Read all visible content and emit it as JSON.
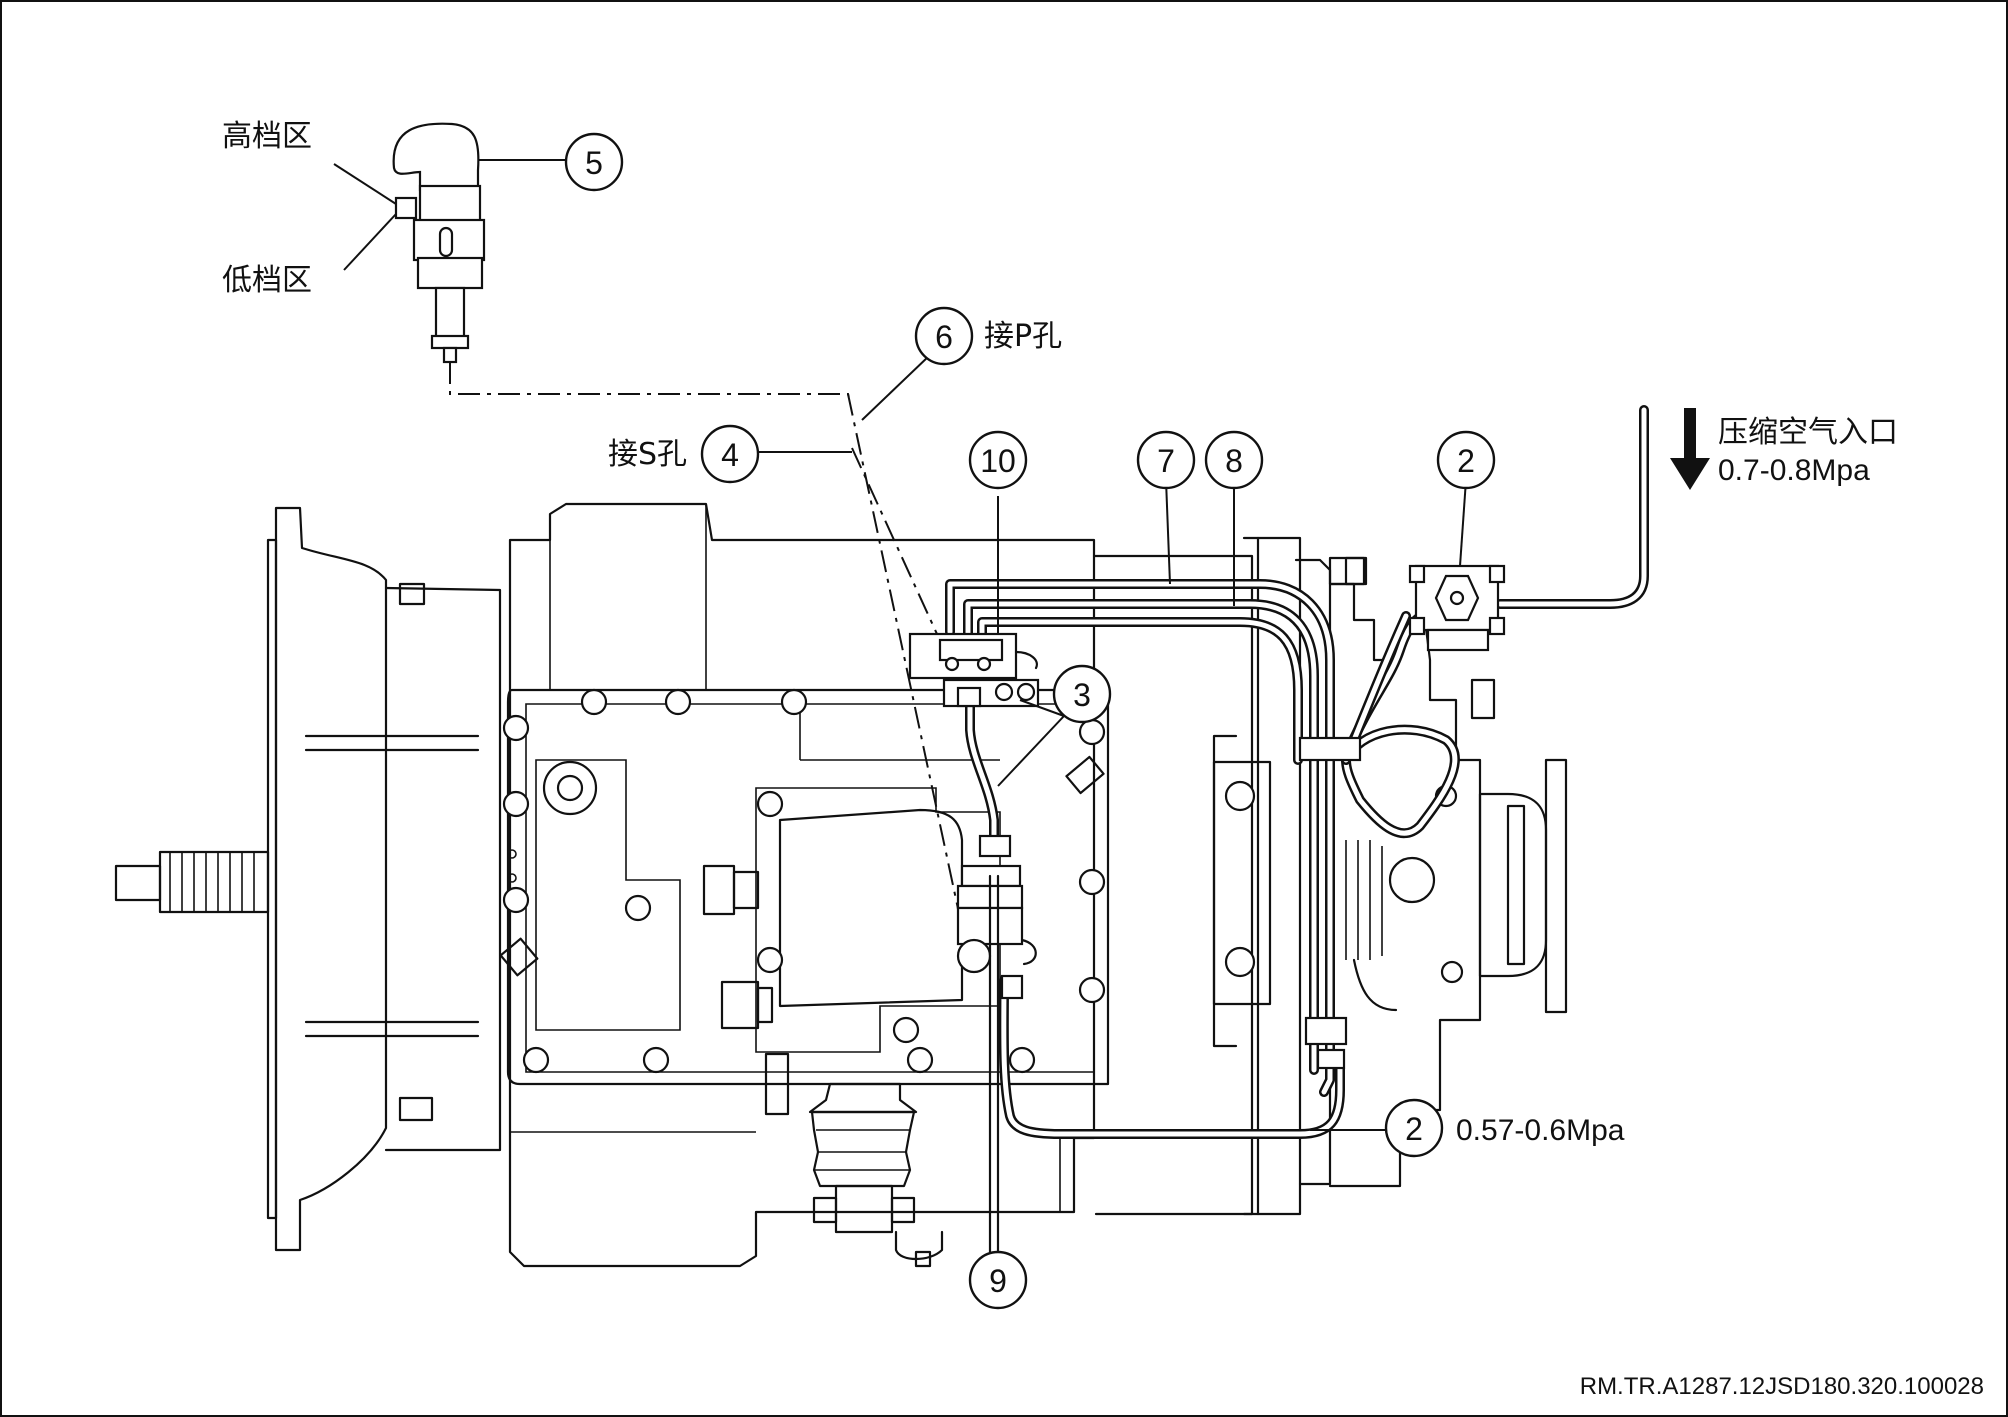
{
  "labels": {
    "high_range": "高档区",
    "low_range": "低档区",
    "connect_p": "接P孔",
    "connect_s": "接S孔",
    "air_inlet": "压缩空气入口",
    "air_inlet_pressure": "0.7-0.8Mpa",
    "regulated_pressure": "0.57-0.6Mpa",
    "reference_code": "RM.TR.A1287.12JSD180.320.100028"
  },
  "callouts": {
    "c5": "5",
    "c6": "6",
    "c4": "4",
    "c10": "10",
    "c7": "7",
    "c8": "8",
    "c2_top": "2",
    "c3": "3",
    "c2_bottom": "2",
    "c9": "9"
  }
}
